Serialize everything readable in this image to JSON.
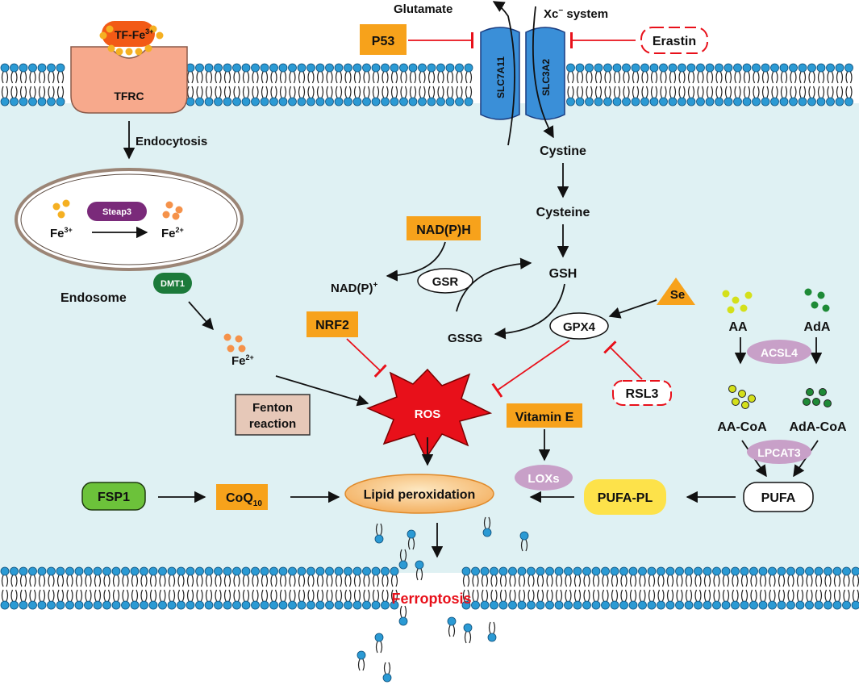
{
  "transporter": {
    "title": "Xc",
    "title_sup": "−",
    "title_suffix": " system",
    "glutamate": "Glutamate",
    "slc7a11": "SLC7A11",
    "slc3a2": "SLC3A2"
  },
  "p53": "P53",
  "erastin": "Erastin",
  "tf_complex": "TF-Fe",
  "tf_complex_sup": "3+",
  "tfrc": "TFRC",
  "endocytosis": "Endocytosis",
  "endosome": {
    "label": "Endosome",
    "steap3": "Steap3",
    "fe3": "Fe",
    "fe3_sup": "3+",
    "fe2": "Fe",
    "fe2_sup": "2+",
    "dmt1": "DMT1"
  },
  "cyto_fe2": "Fe",
  "cyto_fe2_sup": "2+",
  "fenton": {
    "line1": "Fenton",
    "line2": "reaction"
  },
  "cystine": "Cystine",
  "cysteine": "Cysteine",
  "gsh": "GSH",
  "gssg": "GSSG",
  "gsr": "GSR",
  "nadph": "NAD(P)H",
  "nadp": "NAD(P)",
  "nadp_sup": "+",
  "nrf2": "NRF2",
  "gpx4": "GPX4",
  "se": "Se",
  "rsl3": "RSL3",
  "ros": "ROS",
  "vitamin_e": "Vitamin E",
  "loxs": "LOXs",
  "lipid_peroxidation": "Lipid peroxidation",
  "fsp1": "FSP1",
  "coq": "CoQ",
  "coq_sub": "10",
  "pufa_pl": "PUFA-PL",
  "pufa": "PUFA",
  "aa": "AA",
  "ada": "AdA",
  "acsl4": "ACSL4",
  "aa_coa": "AA-CoA",
  "ada_coa": "AdA-CoA",
  "lpcat3": "LPCAT3",
  "ferroptosis": "Ferroptosis",
  "colors": {
    "cytoplasm": "#dff1f3",
    "lipid_head": "#2b9ad4",
    "orange_box": "#f7a21b",
    "inhibit": "#e8101a",
    "fenton_box": "#e6c8b8",
    "tfrc": "#f7a98c",
    "tf_complex": "#f25a16",
    "steap3": "#7a2a7a",
    "dmt1": "#1c7a3a",
    "fsp1": "#6cc23a",
    "pufa_pl": "#fde24a",
    "lipid_ox": "#f7c27a",
    "purple_oval": "#c8a0c8",
    "transporter": "#3a8fd8",
    "aa_dots": "#d4e01a",
    "ada_dots": "#1e8a36",
    "iron_dots": "#f5b022",
    "iron2_dots": "#f5924a"
  }
}
